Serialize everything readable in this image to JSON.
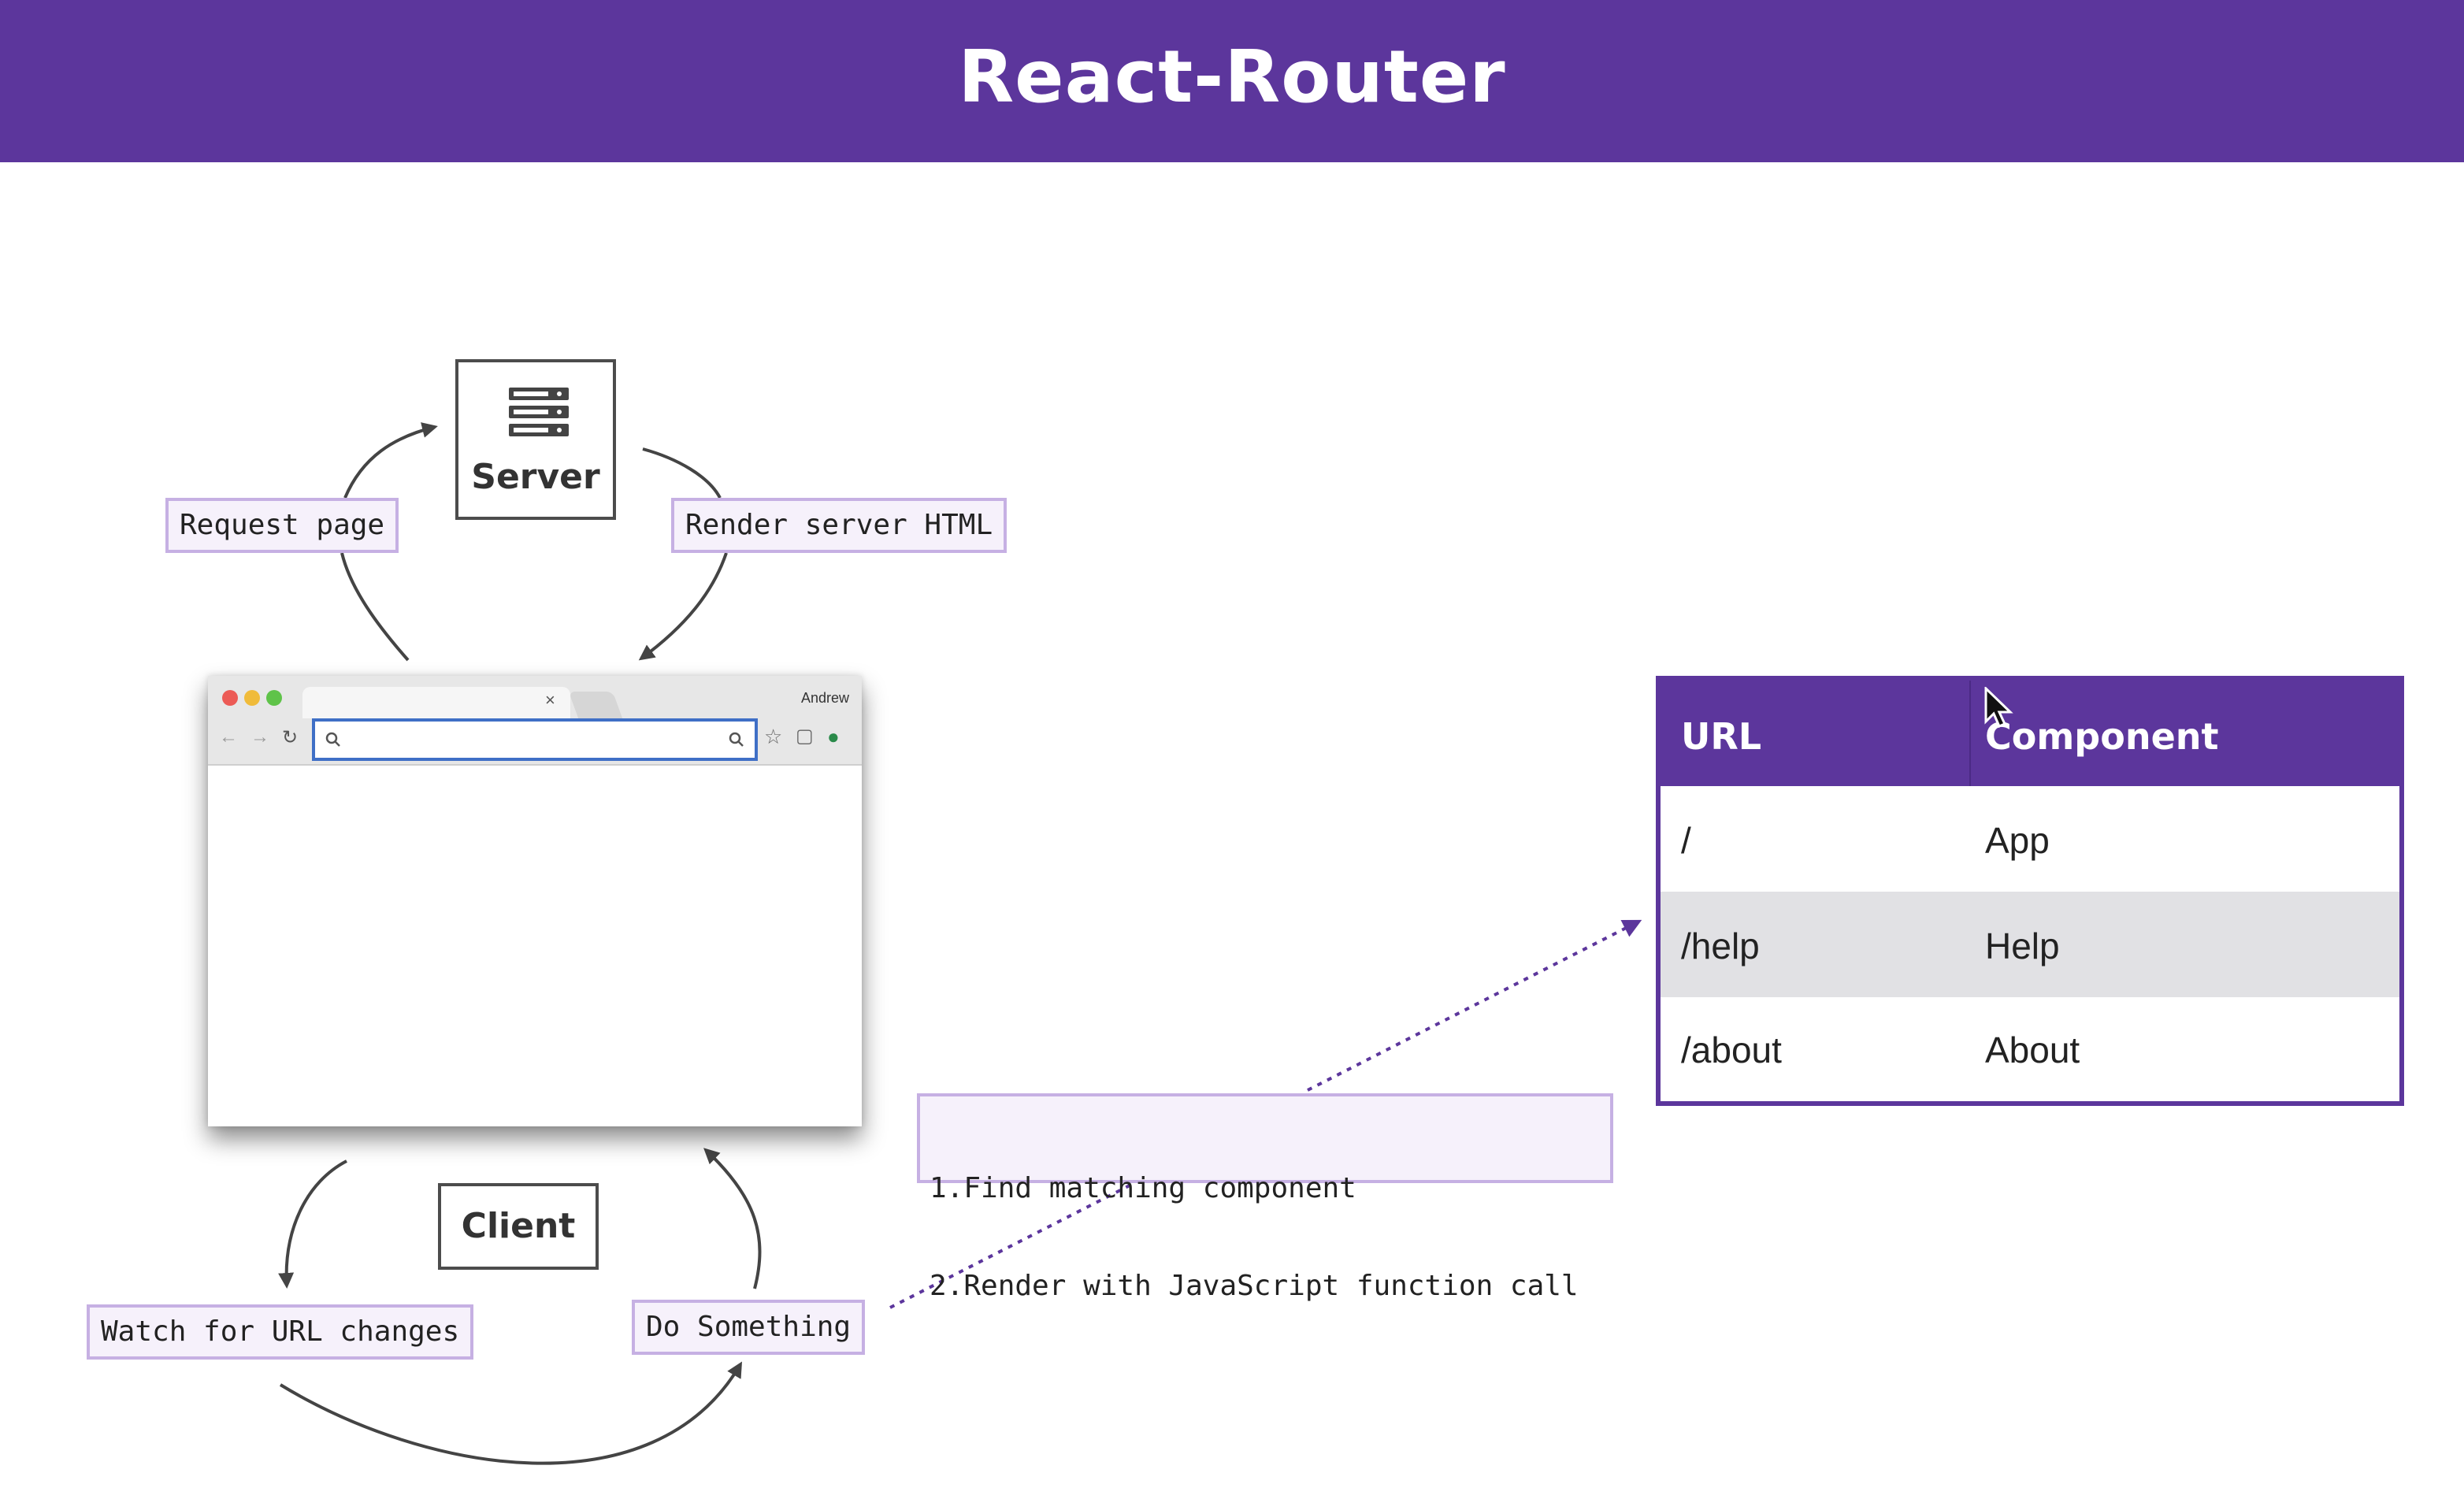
{
  "header": {
    "title": "React-Router",
    "color": "#5c369c"
  },
  "nodes": {
    "server": "Server",
    "client": "Client"
  },
  "edge_labels": {
    "request_page": "Request page",
    "render_server_html": "Render server HTML",
    "watch_for_url_changes": "Watch for URL changes",
    "do_something": "Do Something"
  },
  "steps": {
    "line1": "1.Find matching component",
    "line2": "2.Render with JavaScript function call"
  },
  "browser": {
    "user": "Andrew",
    "tab_close": "×"
  },
  "route_table": {
    "headers": [
      "URL",
      "Component"
    ],
    "rows": [
      {
        "url": "/",
        "component": "App"
      },
      {
        "url": "/help",
        "component": "Help"
      },
      {
        "url": "/about",
        "component": "About"
      }
    ]
  },
  "icons": [
    "server-icon",
    "browser-window",
    "search-icon",
    "back-arrow-icon",
    "forward-arrow-icon",
    "reload-icon",
    "star-icon",
    "extension-icon",
    "profile-icon",
    "mouse-cursor-icon"
  ]
}
